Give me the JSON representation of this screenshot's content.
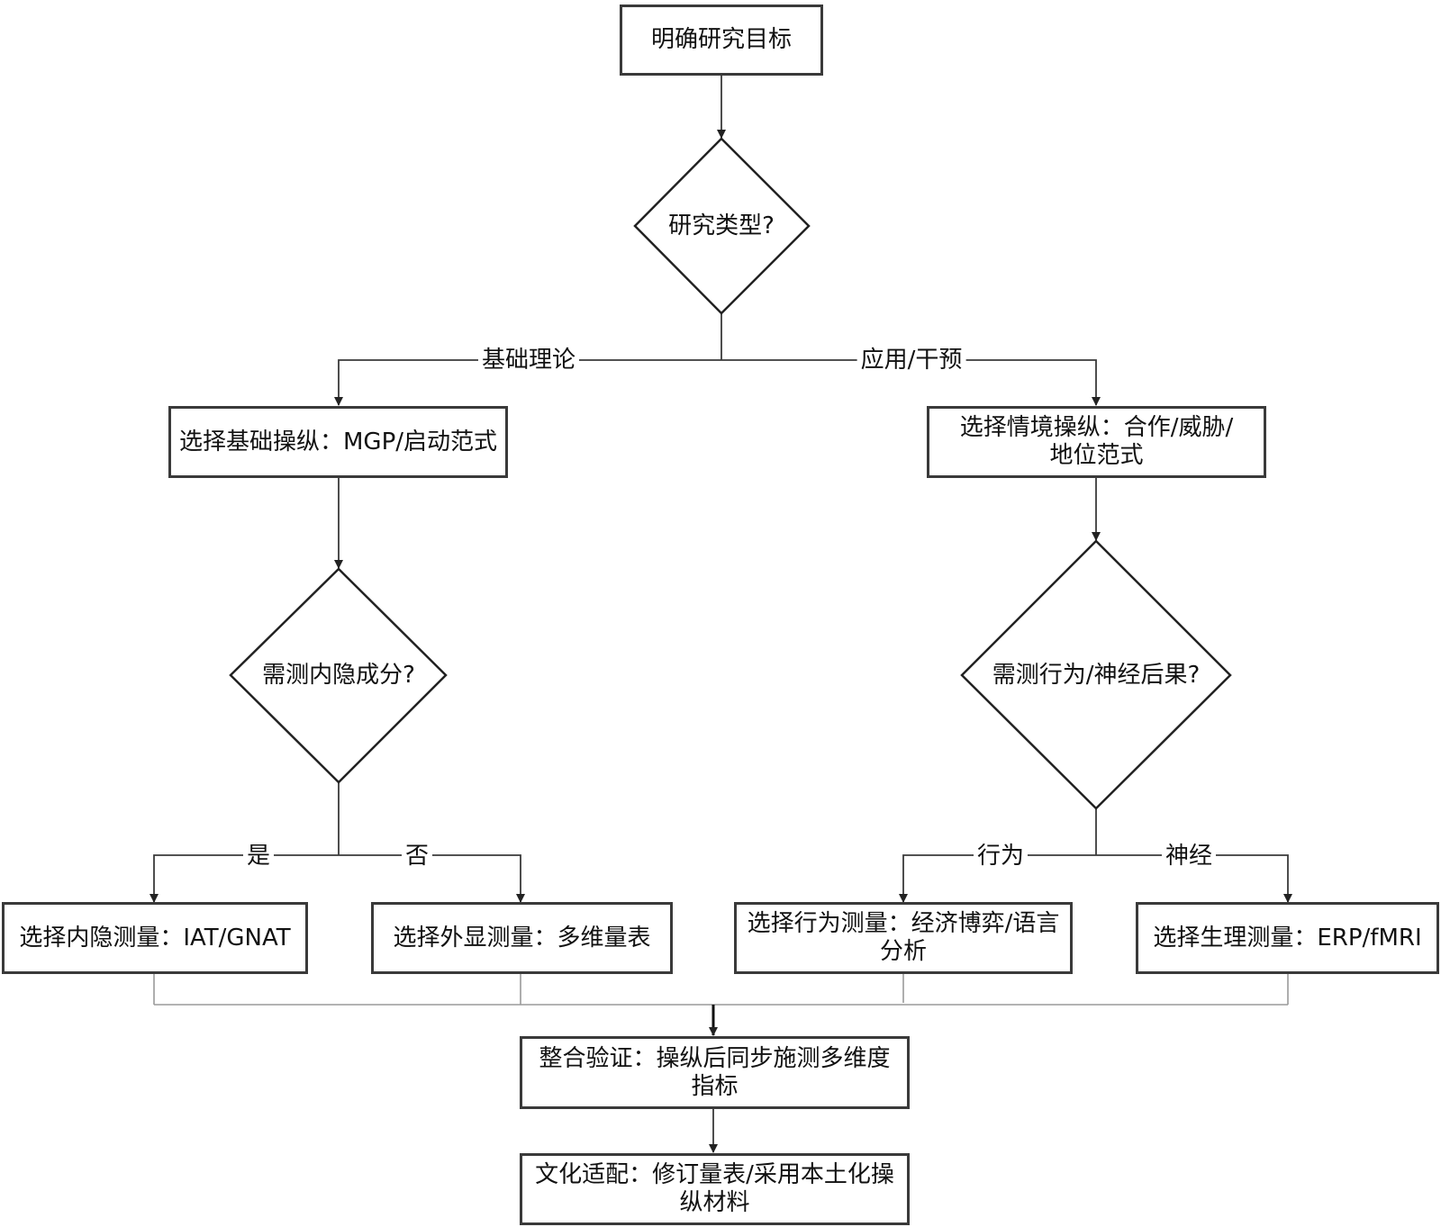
{
  "nodes": {
    "goal": "明确研究目标",
    "research_type": "研究类型?",
    "basic_manip": "选择基础操纵：MGP/启动范式",
    "context_manip": "选择情境操纵：合作/威胁/地位范式",
    "implicit_q": "需测内隐成分?",
    "outcome_q": "需测行为/神经后果?",
    "implicit_measure": "选择内隐测量：IAT/GNAT",
    "explicit_measure": "选择外显测量：多维量表",
    "behavior_measure": "选择行为测量：经济博弈/语言分析",
    "physio_measure": "选择生理测量：ERP/fMRI",
    "integrate": "整合验证：操纵后同步施测多维度指标",
    "culture": "文化适配：修订量表/采用本土化操纵材料"
  },
  "edge_labels": {
    "basic": "基础理论",
    "applied": "应用/干预",
    "yes": "是",
    "no": "否",
    "behavior": "行为",
    "neural": "神经"
  }
}
